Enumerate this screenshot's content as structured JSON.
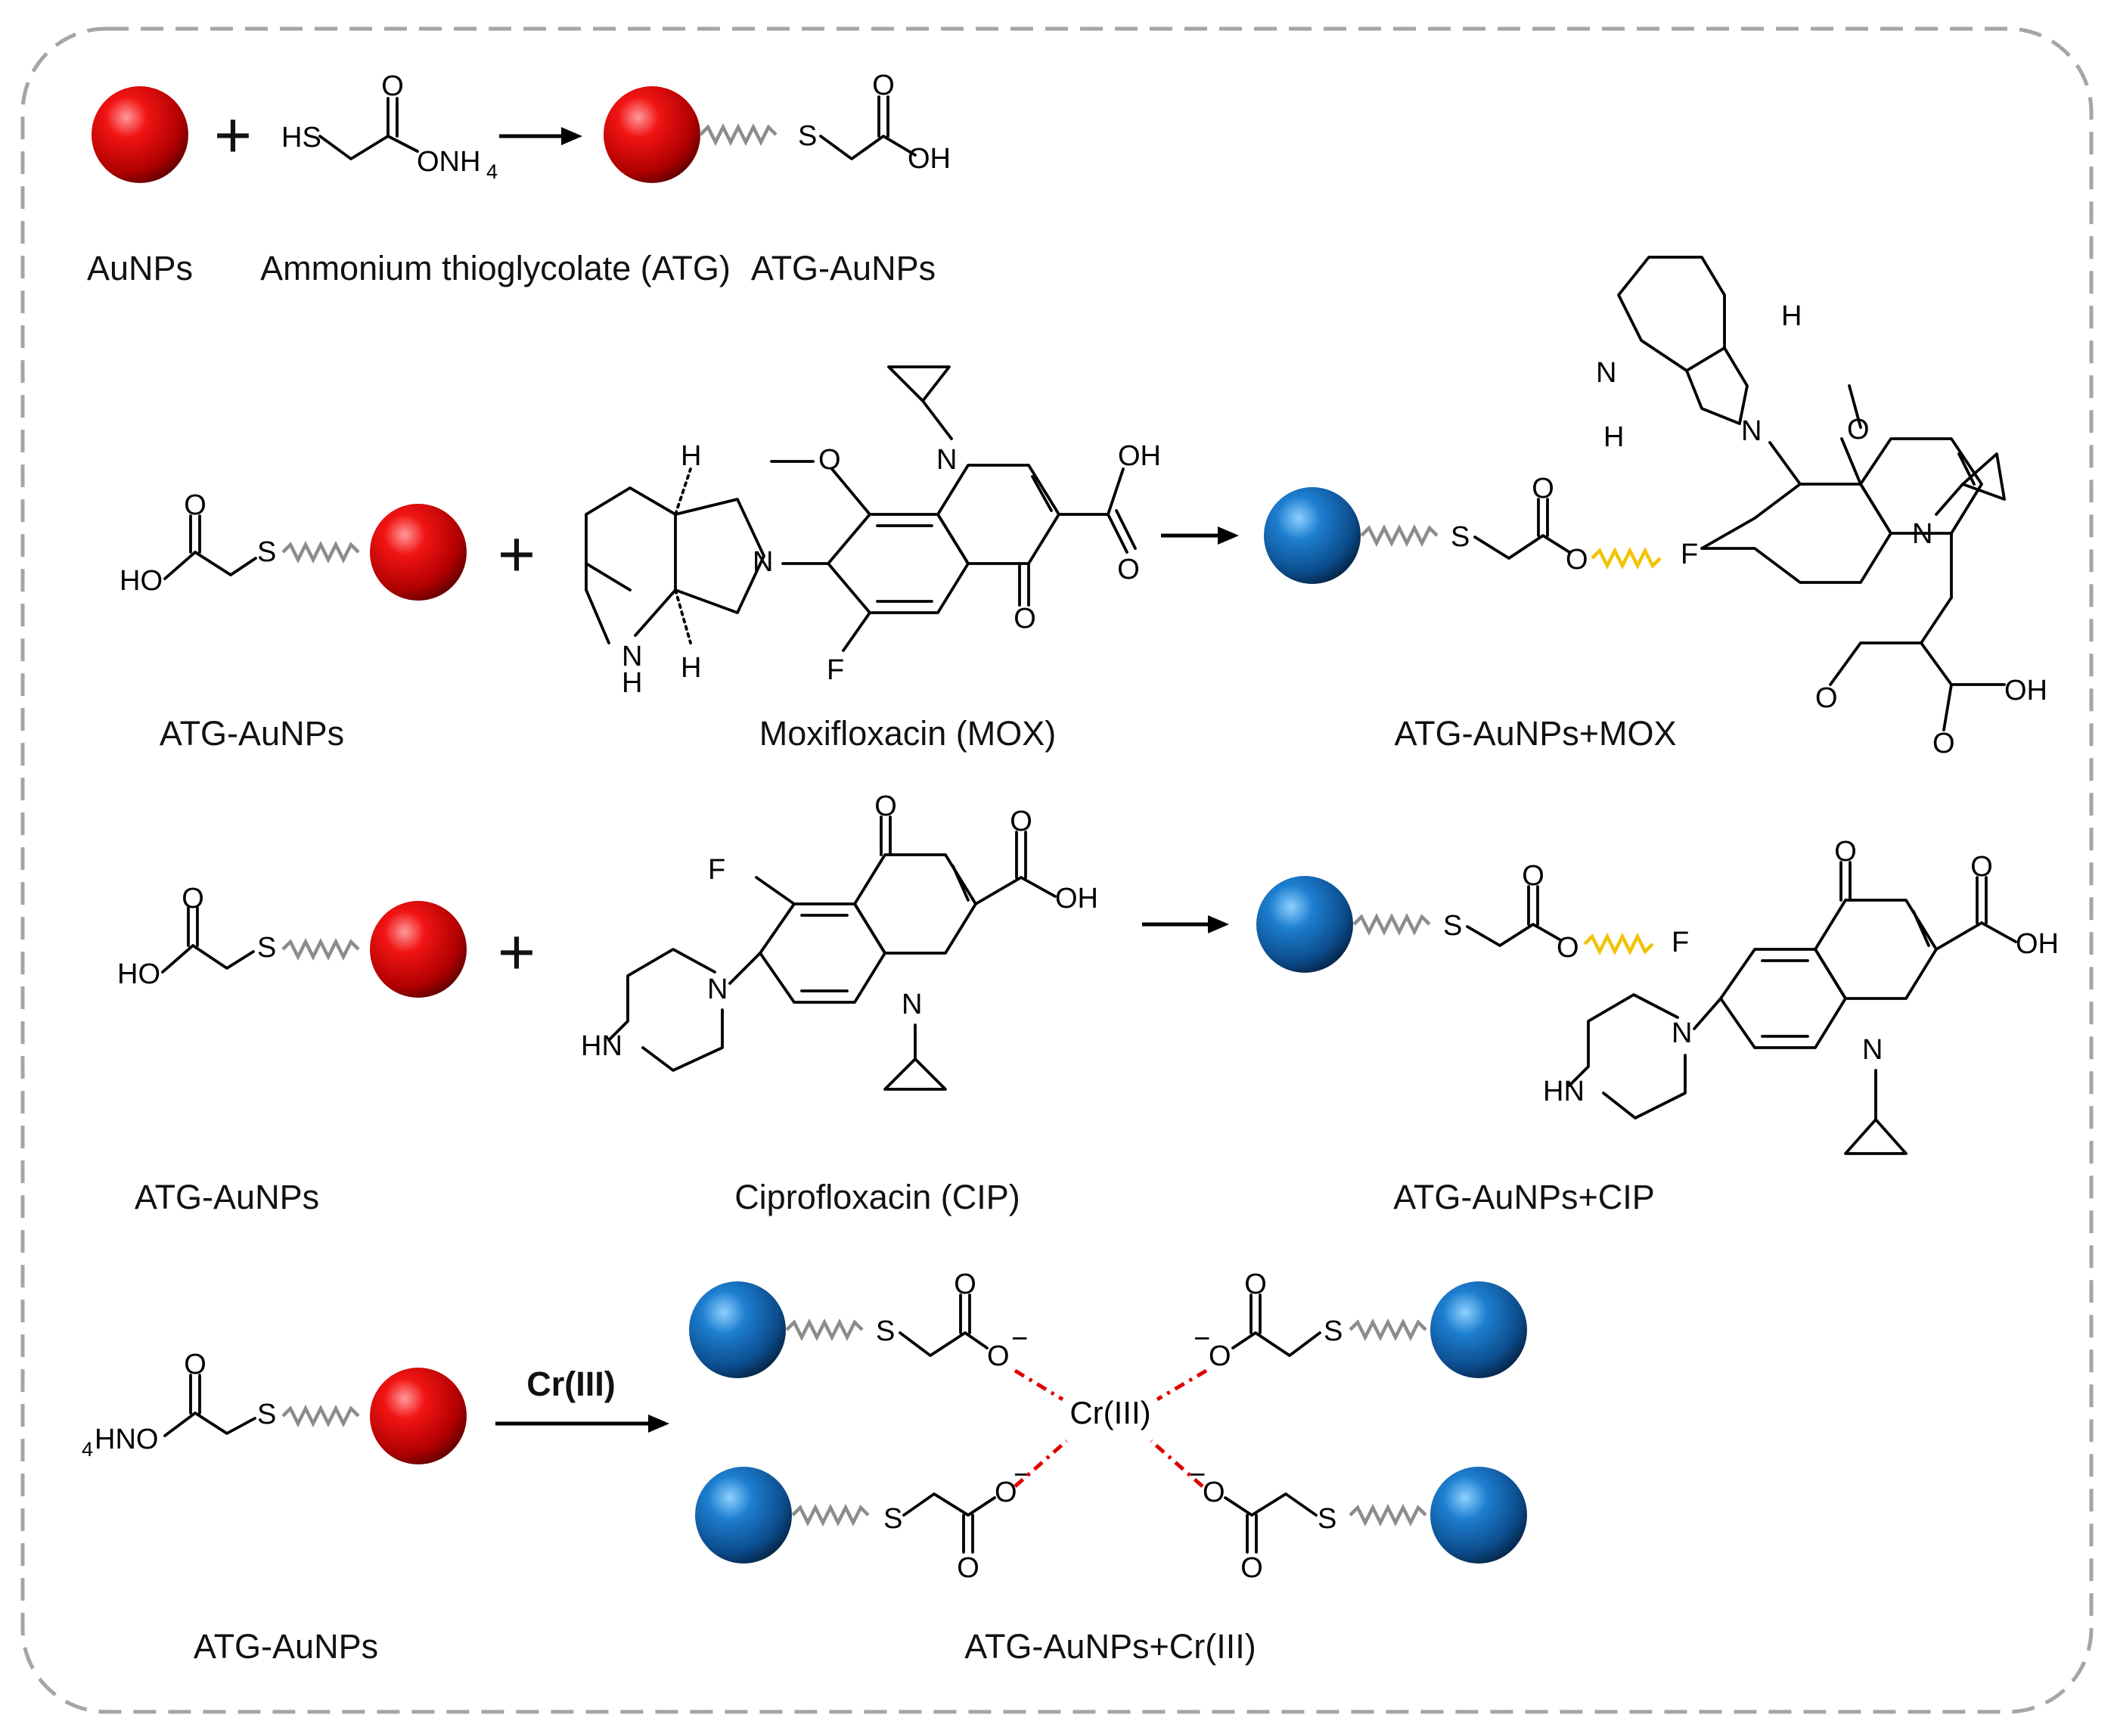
{
  "colors": {
    "gold_np": "#e00000",
    "bound_np": "#1669b5",
    "linker_gray": "#8c8c8c",
    "linker_yellow": "#f2c300",
    "coordination": "#e00000",
    "frame": "#a5a5a5"
  },
  "captions": {
    "aunps": "AuNPs",
    "atg": "Ammonium thioglycolate (ATG)",
    "atg_aunps_top": "ATG-AuNPs",
    "row2_left": "ATG-AuNPs",
    "mox": "Moxifloxacin (MOX)",
    "atg_mox": "ATG-AuNPs+MOX",
    "row3_left": "ATG-AuNPs",
    "cip": "Ciprofloxacin (CIP)",
    "atg_cip": "ATG-AuNPs+CIP",
    "row4_left": "ATG-AuNPs",
    "atg_cr": "ATG-AuNPs+Cr(III)"
  },
  "symbols": {
    "plus": "+",
    "arrow_reagent": "Cr(III)",
    "center_ion": "Cr(III)",
    "minus": "−"
  },
  "atoms": {
    "S": "S",
    "O": "O",
    "OH": "OH",
    "HO": "HO",
    "HS": "HS",
    "ONH": "ONH",
    "four": "4",
    "HNO": "HNO",
    "N": "N",
    "H": "H",
    "HN": "HN",
    "F": "F"
  }
}
